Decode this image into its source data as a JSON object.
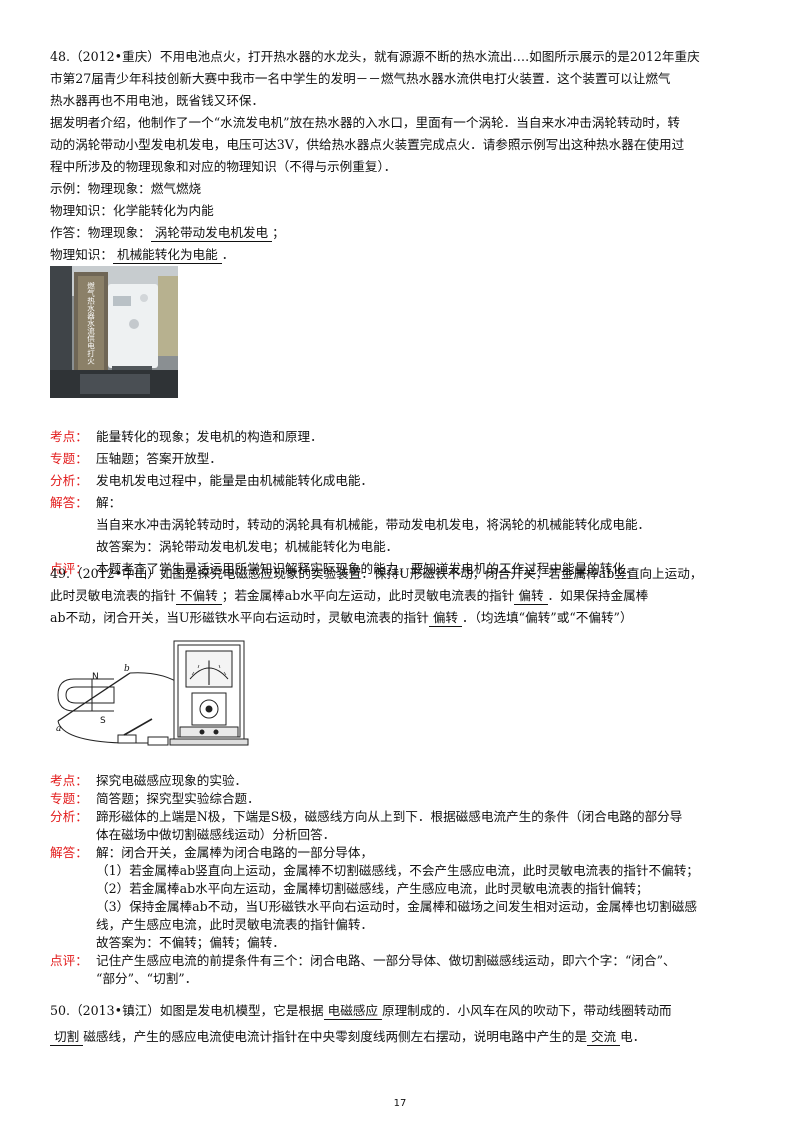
{
  "q48": {
    "line1": "48.（2012•重庆）不用电池点火，打开热水器的水龙头，就有源源不断的热水流出….如图所示展示的是2012年重庆",
    "line2": "市第27届青少年科技创新大赛中我市一名中学生的发明－－燃气热水器水流供电打火装置．这个装置可以让燃气",
    "line3": "热水器再也不用电池，既省钱又环保．",
    "line4": "据发明者介绍，他制作了一个“水流发电机”放在热水器的入水口，里面有一个涡轮．当自来水冲击涡轮转动时，转",
    "line5": "动的涡轮带动小型发电机发电，电压可达3V，供给热水器点火装置完成点火．请参照示例写出这种热水器在使用过",
    "line6": "程中所涉及的物理现象和对应的物理知识（不得与示例重复）．",
    "ex1": "示例：物理现象：燃气燃烧",
    "ex2": "物理知识：化学能转化为内能",
    "ans1_pre": "作答：物理现象：",
    "ans1": "涡轮带动发电机发电",
    "ans1_post": "；",
    "ans2_pre": "物理知识：",
    "ans2": "机械能转化为电能",
    "ans2_post": "．",
    "photo_text": "燃气热水器水流供电打火",
    "kd_label": "考点：",
    "kd": "能量转化的现象；发电机的构造和原理．",
    "zt_label": "专题：",
    "zt": "压轴题；答案开放型．",
    "fx_label": "分析：",
    "fx": "发电机发电过程中，能量是由机械能转化成电能．",
    "jd_label": "解答：",
    "jd0": "解：",
    "jd1": "当自来水冲击涡轮转动时，转动的涡轮具有机械能，带动发电机发电，将涡轮的机械能转化成电能．",
    "jd2": "故答案为：涡轮带动发电机发电；机械能转化为电能．",
    "dp_label": "点评：",
    "dp": "本题考查了学生灵活运用所学知识解释实际现象的能力，要知道发电机的工作过程中能量的转化．"
  },
  "q49": {
    "l1": "49.（2012•中山）如图是探究电磁感应现象的实验装置．保持U形磁铁不动，闭合开关，若金属棒ab竖直向上运动，",
    "l2_pre": "此时灵敏电流表的指针",
    "l2_ans1": "不偏转",
    "l2_mid": "；若金属棒ab水平向左运动，此时灵敏电流表的指针",
    "l2_ans2": "偏转",
    "l2_post": "．如果保持金属棒",
    "l3_pre": "ab不动，闭合开关，当U形磁铁水平向右运动时，灵敏电流表的指针",
    "l3_ans": "偏转",
    "l3_post": "．（均选填“偏转”或“不偏转”）",
    "fig_n": "N",
    "fig_s": "S",
    "fig_a": "a",
    "fig_b": "b",
    "kd_label": "考点：",
    "kd": "探究电磁感应现象的实验．",
    "zt_label": "专题：",
    "zt": "简答题；探究型实验综合题．",
    "fx_label": "分析：",
    "fx1": "蹄形磁体的上端是N极，下端是S极，磁感线方向从上到下．根据磁感电流产生的条件（闭合电路的部分导",
    "fx2": "体在磁场中做切割磁感线运动）分析回答．",
    "jd_label": "解答：",
    "jd1": "解：闭合开关，金属棒为闭合电路的一部分导体，",
    "jd2": "（1）若金属棒ab竖直向上运动，金属棒不切割磁感线，不会产生感应电流，此时灵敏电流表的指针不偏转；",
    "jd3": "（2）若金属棒ab水平向左运动，金属棒切割磁感线，产生感应电流，此时灵敏电流表的指针偏转；",
    "jd4": "（3）保持金属棒ab不动，当U形磁铁水平向右运动时，金属棒和磁场之间发生相对运动，金属棒也切割磁感",
    "jd5": "线，产生感应电流，此时灵敏电流表的指针偏转．",
    "jd6": "故答案为：不偏转；偏转；偏转．",
    "dp_label": "点评：",
    "dp1": "记住产生感应电流的前提条件有三个：闭合电路、一部分导体、做切割磁感线运动，即六个字：“闭合”、",
    "dp2": "“部分”、“切割”．"
  },
  "q50": {
    "l1_pre": "50.（2013•镇江）如图是发电机模型，它是根据",
    "l1_ans": "电磁感应",
    "l1_post": "原理制成的．小风车在风的吹动下，带动线圈转动而",
    "l2_ans1": "切割",
    "l2_mid": "磁感线，产生的感应电流使电流计指针在中央零刻度线两侧左右摆动，说明电路中产生的是",
    "l2_ans2": "交流",
    "l2_post": "电．"
  },
  "page_number": "17"
}
